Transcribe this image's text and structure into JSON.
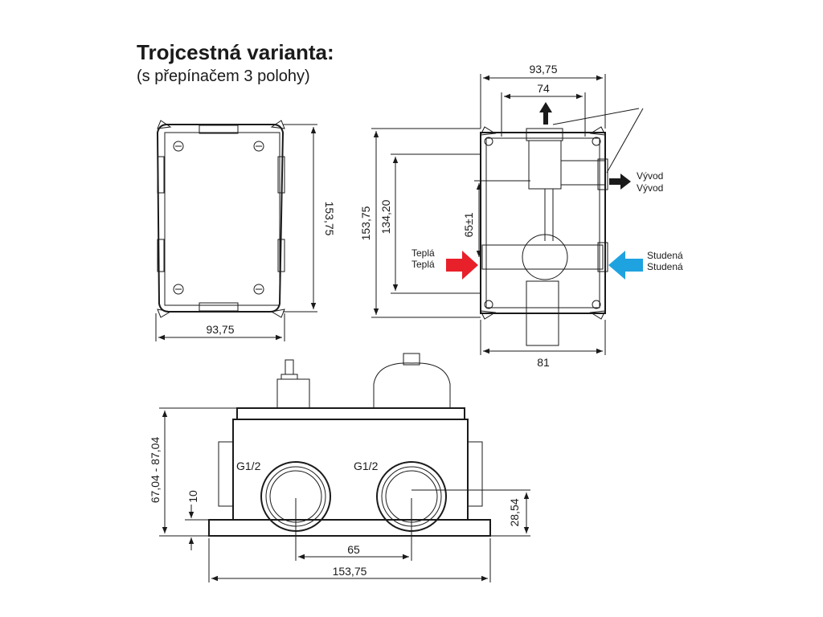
{
  "title": "Trojcestná varianta:",
  "subtitle": "(s přepínačem 3 polohy)",
  "front_view": {
    "width_dim": "93,75",
    "height_dim": "153,75"
  },
  "side_view": {
    "top_overall": "93,75",
    "top_inner": "74",
    "height_overall": "153,75",
    "height_inner": "134,20",
    "height_port": "65±1",
    "bottom_dim": "81",
    "outlet_line1": "Vývod",
    "outlet_line2": "Vývod",
    "hot_line1": "Teplá",
    "hot_line2": "Teplá",
    "cold_line1": "Studená",
    "cold_line2": "Studená"
  },
  "bottom_view": {
    "port_left": "G1/2",
    "port_right": "G1/2",
    "depth_dim": "67,04 - 87,04",
    "offset_dim": "10",
    "port_height_dim": "28,54",
    "port_spacing_dim": "65",
    "width_dim": "153,75"
  },
  "colors": {
    "hot_arrow": "#e8202a",
    "cold_arrow": "#1ea3e0",
    "outlet_arrow": "#1a1a1a"
  }
}
